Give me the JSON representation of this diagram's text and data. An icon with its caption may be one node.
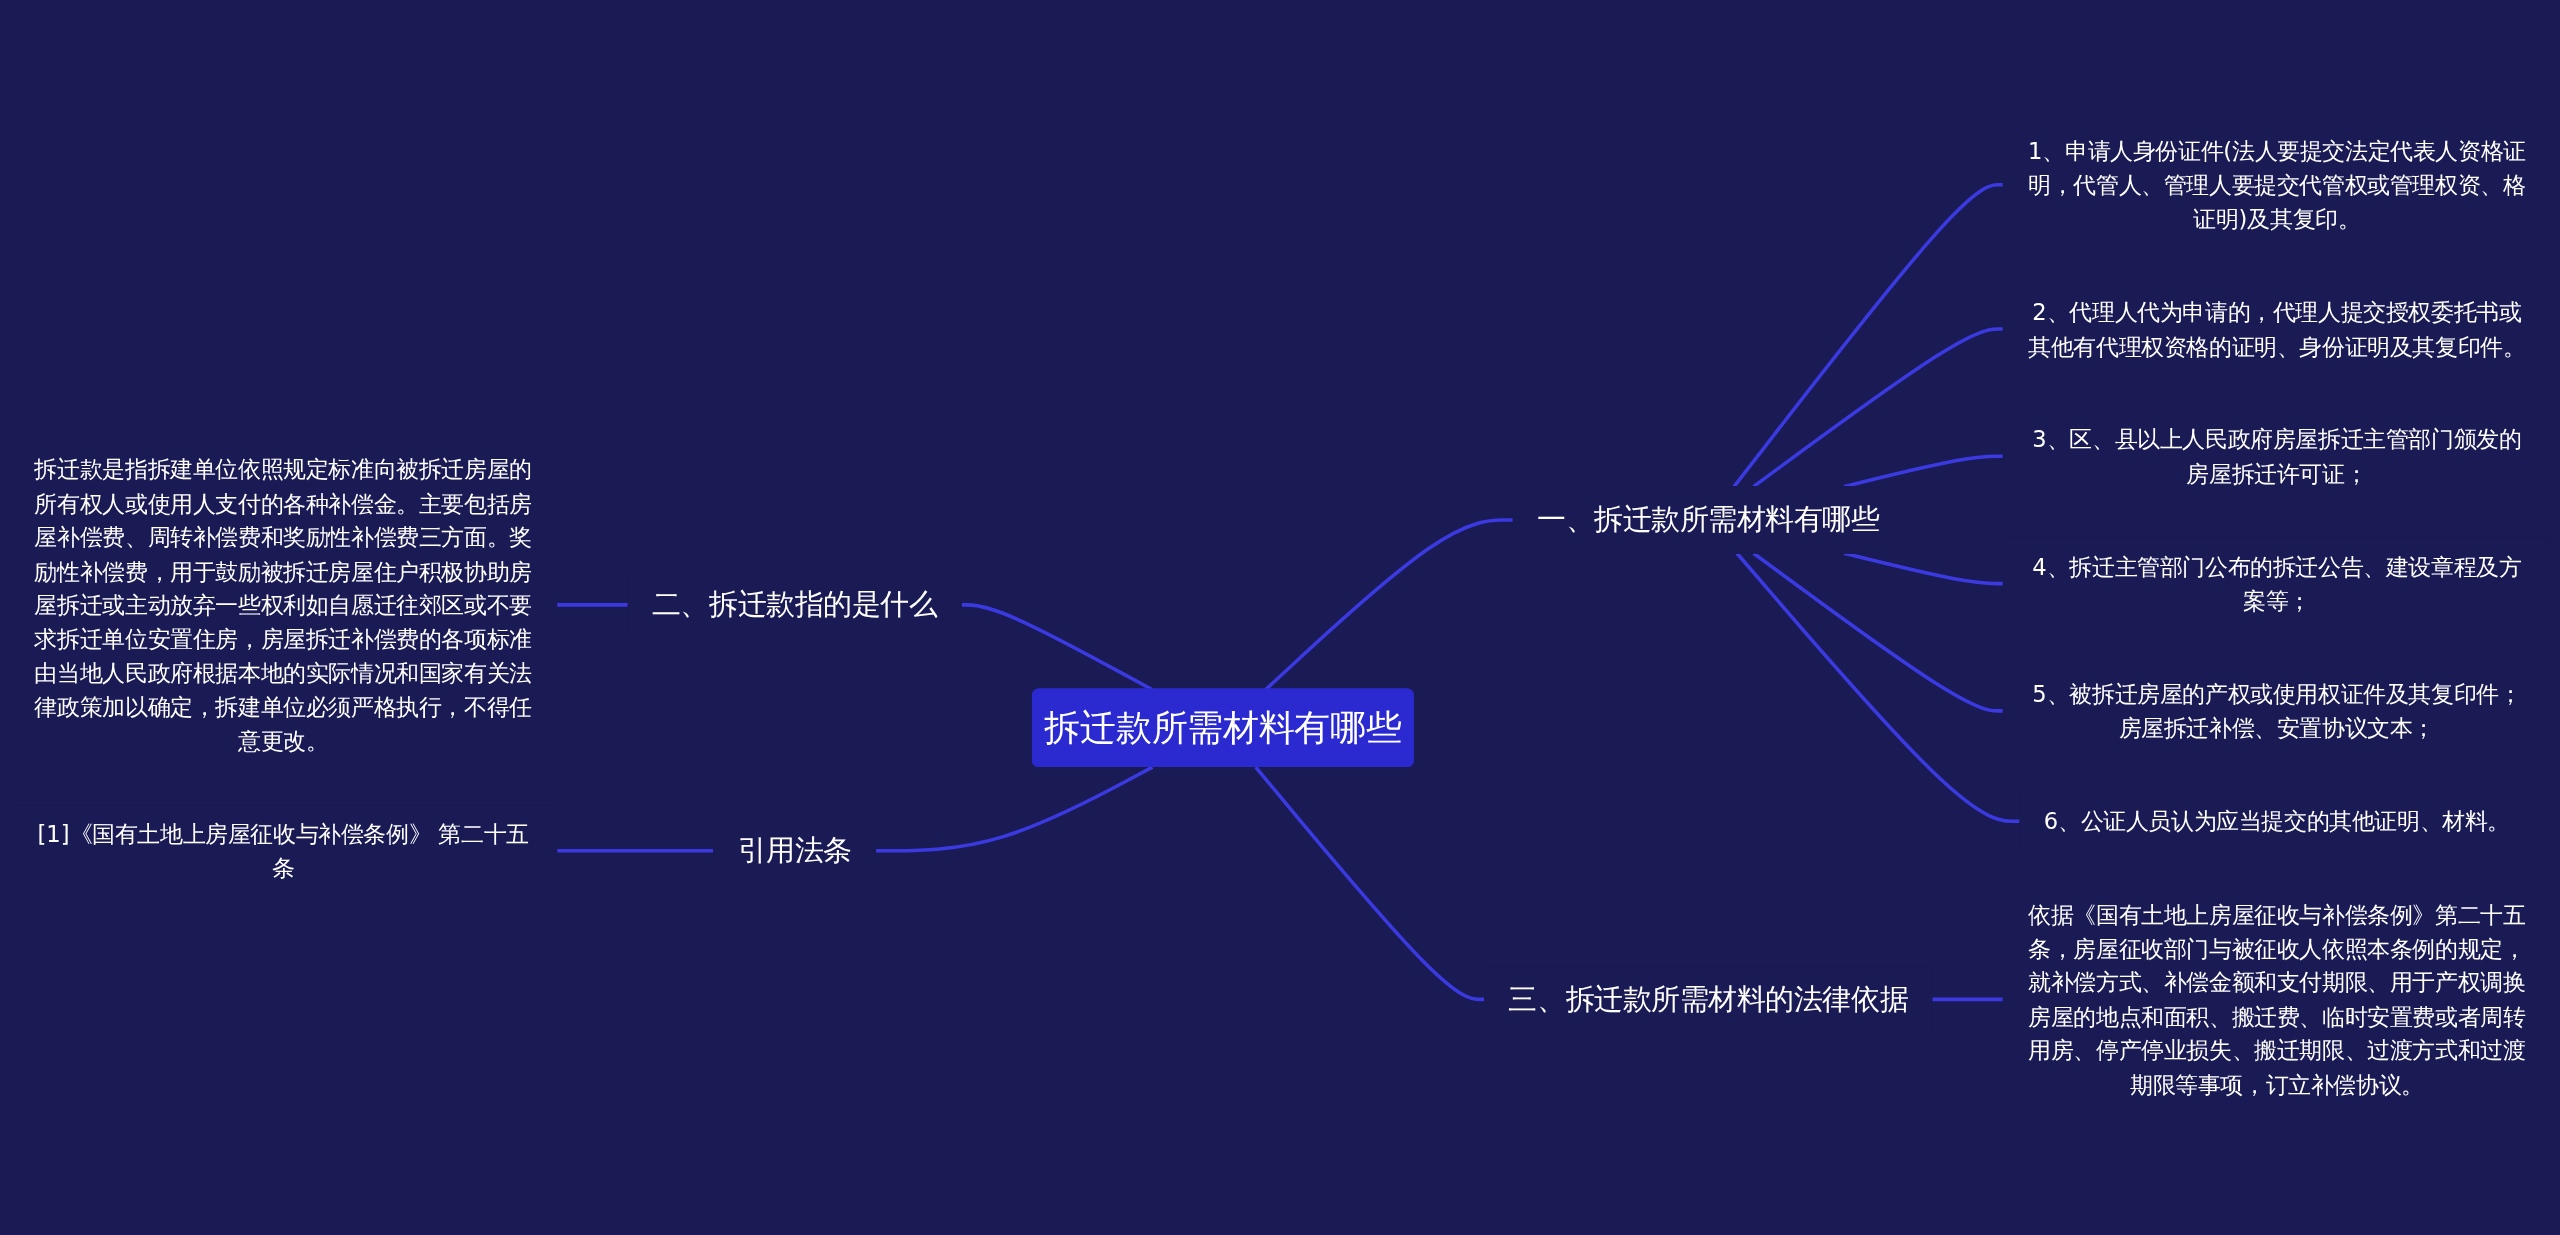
{
  "diagram": {
    "nodes": [
      {
        "text": [
          "拆迁款所需材料有哪些"
        ]
      },
      {
        "text": [
          "一、拆迁款所需材料有哪些"
        ]
      },
      {
        "text": [
          "1、申请人身份证件(法人要提交法定代表人资格证明，代管人、管理人要提交代管权或管理权资、格证明)及其复印。"
        ]
      },
      {
        "text": [
          "2、代理人代为申请的，代理人提交授权委托书或其他有代理权资格的证明、身份证明及其复印件。"
        ]
      },
      {
        "text": [
          "3、区、县以上人民政府房屋拆迁主管部门颁发的房屋拆迁许可证；"
        ]
      },
      {
        "text": [
          "4、拆迁主管部门公布的拆迁公告、建设章程及方案等；"
        ]
      },
      {
        "text": [
          "5、被拆迁房屋的产权或使用权证件及其复印件；房屋拆迁补偿、安置协议文本；"
        ]
      },
      {
        "text": [
          "6、公证人员认为应当提交的其他证明、材料。"
        ]
      },
      {
        "text": [
          "三、拆迁款所需材料的法律依据"
        ]
      },
      {
        "text": [
          "依据《国有土地上房屋征收与补偿条例》第二十五条，房屋征收部门与被征收人依照本条例的规定，就补偿方式、补偿金额和支付期限、用于产权调换房屋的地点和面积、搬迁费、临时安置费或者周转用房、停产停业损失、搬迁期限、过渡方式和过渡期限等事项，订立补偿协议。"
        ]
      },
      {
        "text": [
          "二、拆迁款指的是什么"
        ]
      },
      {
        "text": [
          "拆迁款是指拆建单位依照规定标准向被拆迁房屋的所有权人或使用人支付的各种补偿金。主要包括房屋补偿费、周转补偿费和奖励性补偿费三方面。奖励性补偿费，用于鼓励被拆迁房屋住户积极协助房屋拆迁或主动放弃一些权利如自愿迁往郊区或不要求拆迁单位安置住房，房屋拆迁补偿费的各项标准由当地人民政府根据本地的实际情况和国家有关法律政策加以确定，拆建单位必须严格执行，不得任意更改。"
        ]
      },
      {
        "text": [
          "引用法条"
        ]
      },
      {
        "text": [
          "[1]《国有土地上房屋征收与补偿条例》 第二十五条"
        ]
      }
    ],
    "edges": [
      {
        "from": 0,
        "to": 1,
        "arrow": "none"
      },
      {
        "from": 1,
        "to": 2,
        "arrow": "none"
      },
      {
        "from": 1,
        "to": 3,
        "arrow": "none"
      },
      {
        "from": 1,
        "to": 4,
        "arrow": "none"
      },
      {
        "from": 1,
        "to": 5,
        "arrow": "none"
      },
      {
        "from": 1,
        "to": 6,
        "arrow": "none"
      },
      {
        "from": 1,
        "to": 7,
        "arrow": "none"
      },
      {
        "from": 0,
        "to": 8,
        "arrow": "none"
      },
      {
        "from": 8,
        "to": 9,
        "arrow": "none"
      },
      {
        "from": 0,
        "to": 10,
        "arrow": "none"
      },
      {
        "from": 10,
        "to": 11,
        "arrow": "none"
      },
      {
        "from": 0,
        "to": 12,
        "arrow": "none"
      },
      {
        "from": 12,
        "to": 13,
        "arrow": "none"
      }
    ]
  }
}
